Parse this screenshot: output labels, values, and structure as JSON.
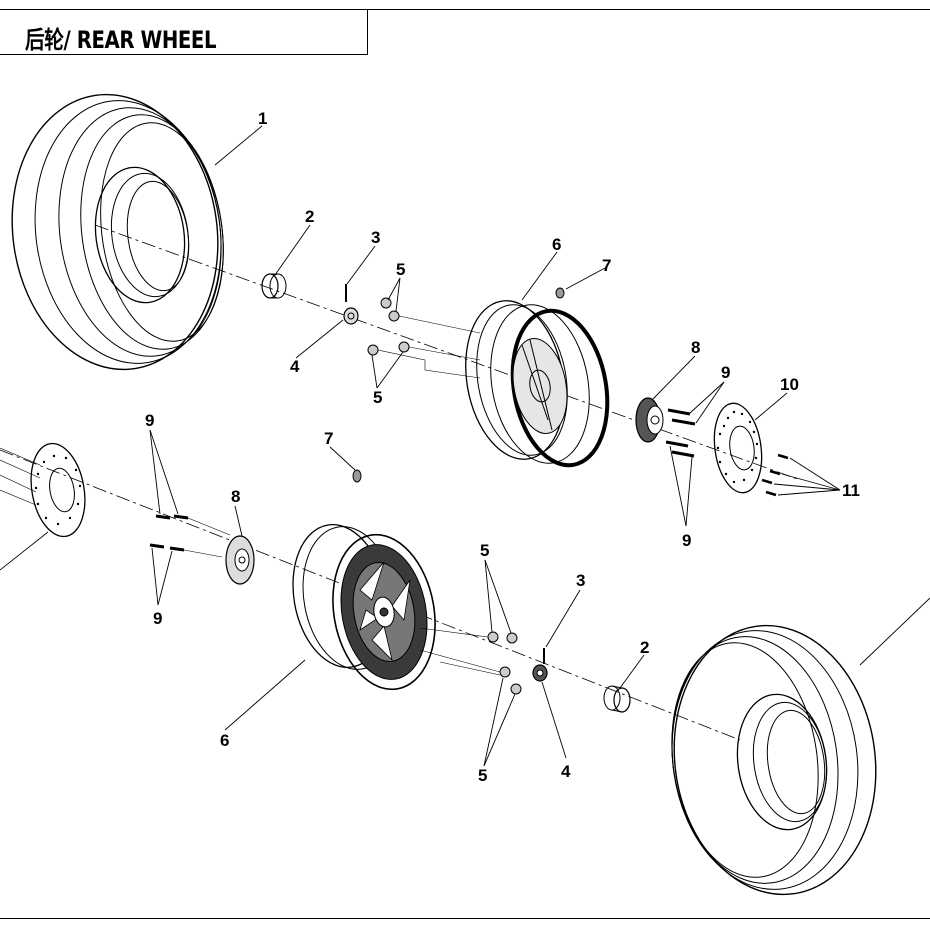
{
  "title": "后轮/ REAR WHEEL",
  "callouts": {
    "tire_upper": "1",
    "cap_upper": "2",
    "cotter_upper": "3",
    "nut_upper": "4",
    "lugnut_upper_a": "5",
    "lugnut_upper_b": "5",
    "rim_upper": "6",
    "valve_upper": "7",
    "hub_upper": "8",
    "stud_upper_a": "9",
    "stud_upper_b": "9",
    "disc_upper": "10",
    "bolt_upper": "11",
    "stud_lower_a": "9",
    "stud_lower_b": "9",
    "hub_lower": "8",
    "valve_lower": "7",
    "rim_lower": "6",
    "lugnut_lower_a": "5",
    "lugnut_lower_b": "5",
    "cotter_lower": "3",
    "nut_lower": "4",
    "cap_lower": "2"
  }
}
